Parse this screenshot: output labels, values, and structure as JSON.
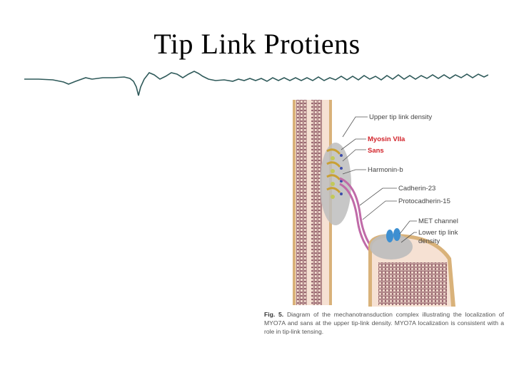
{
  "slide": {
    "title": "Tip Link Protiens"
  },
  "figure": {
    "labels": {
      "upper_density": "Upper tip link density",
      "myosin": "Myosin VIIa",
      "sans": "Sans",
      "harmonin": "Harmonin-b",
      "cadherin": "Cadherin-23",
      "protocadherin": "Protocadherin-15",
      "met": "MET channel",
      "lower_density_1": "Lower tip link",
      "lower_density_2": "density"
    },
    "colors": {
      "membrane": "#d9b27a",
      "cytoplasm": "#f6e1d3",
      "actin": "#9b6a72",
      "density": "#bdbdbd",
      "highlight_label": "#d2232a",
      "cadherin": "#c06aa8",
      "met_channel": "#3d8fd1",
      "leader": "#555555"
    }
  },
  "caption": {
    "label": "Fig. 5.",
    "text": "Diagram of the mechanotransduction complex illustrating the localization of MYO7A and sans at the upper tip-link density. MYO7A localization is consistent with a role in tip-link tensing."
  }
}
